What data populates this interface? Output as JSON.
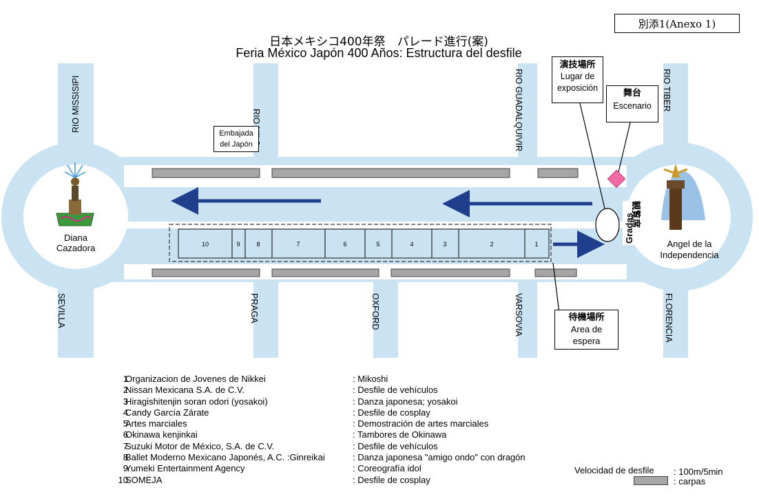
{
  "annex_label": "別添1(Anexo 1)",
  "title_jp": "日本メキシコ400年祭　パレード進行(案)",
  "title_es": "Feria México Japón 400 Años: Estructura del desfile",
  "streets": {
    "rio_missisipi": "RIO MISSISIPI",
    "rio_nilo": "RIO NILO",
    "rio_guadalquivir": "RIO GUADALQUIVIR",
    "rio_tiber": "RIO TIBER",
    "sevilla": "SEVILLA",
    "praga": "PRAGA",
    "oxford": "OXFORD",
    "varsovia": "VARSOVIA",
    "florencia": "FLORENCIA"
  },
  "landmarks": {
    "embassy": "Embajada del Japón",
    "embassy_line1": "Embajada",
    "embassy_line2": "del Japón",
    "diana_line1": "Diana",
    "diana_line2": "Cazadora",
    "angel_line1": "Angel de la",
    "angel_line2": "Independencia"
  },
  "callouts": {
    "exhibition_jp": "演技場所",
    "exhibition_es_line1": "Lugar de",
    "exhibition_es_line2": "exposición",
    "stage_jp": "舞台",
    "stage_es": "Escenario",
    "waiting_jp": "待機場所",
    "waiting_es_line1": "Area de",
    "waiting_es_line2": "espera",
    "stands_jp": "観覧席",
    "stands_es": "Gradas"
  },
  "parade_slots": [
    "10",
    "9",
    "8",
    "7",
    "6",
    "5",
    "4",
    "3",
    "2",
    "1"
  ],
  "participants": [
    {
      "num": "1",
      "name": "Organizacion de Jovenes de Nikkei",
      "activity": ": Mikoshi"
    },
    {
      "num": "2",
      "name": "Nissan Mexicana S.A. de C.V.",
      "activity": ": Desfile de vehículos"
    },
    {
      "num": "3",
      "name": "Hiragishitenjin soran odori (yosakoi)",
      "activity": ": Danza japonesa; yosakoi"
    },
    {
      "num": "4",
      "name": "Candy García Zárate",
      "activity": ": Desfile de cosplay"
    },
    {
      "num": "5",
      "name": "Artes marciales",
      "activity": ": Demostración de artes marciales"
    },
    {
      "num": "6",
      "name": "Okinawa kenjinkai",
      "activity": ": Tambores de Okinawa"
    },
    {
      "num": "7",
      "name": "Suzuki Motor de México, S.A. de C.V.",
      "activity": ": Desfile de vehículos"
    },
    {
      "num": "8",
      "name": "Ballet Moderno Mexicano Japonés, A.C. :Ginreikai",
      "activity": ": Danza japonesa \"amigo ondo\" con dragón"
    },
    {
      "num": "9",
      "name": "Yumeki Entertainment Agency",
      "activity": ": Coreografía idol"
    },
    {
      "num": "10",
      "name": "SOMEJA",
      "activity": ": Desfile de cosplay"
    }
  ],
  "key": {
    "speed_label": "Velocidad de desfile",
    "speed_value": ": 100m/5min",
    "tents_label": ": carpas"
  },
  "colors": {
    "road": "#c9e3f3",
    "arrow": "#1f3f8c",
    "tent": "#a6a6a6",
    "stage": "#f06aa6"
  }
}
